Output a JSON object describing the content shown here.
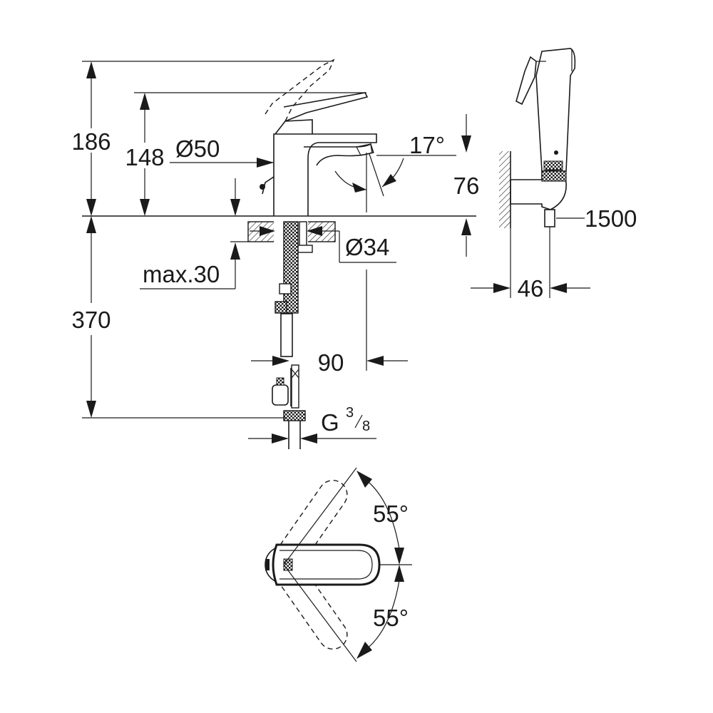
{
  "dimensions": {
    "total_height": "186",
    "lever_height": "148",
    "body_diameter": "Ø50",
    "spout_angle": "17°",
    "spout_height": "76",
    "hole_diameter": "Ø34",
    "max_thickness": "max.30",
    "under_length": "370",
    "spout_reach": "90",
    "thread_main": "G",
    "thread_num": "3",
    "thread_den": "8",
    "hose_length": "1500",
    "wall_offset": "46",
    "rotation_up": "55°",
    "rotation_down": "55°"
  }
}
